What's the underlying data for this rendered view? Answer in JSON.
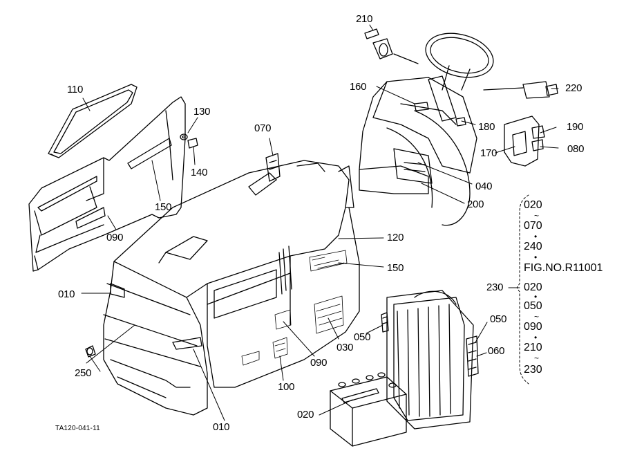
{
  "figure_code": "TA120-041-11",
  "callouts": {
    "c210": "210",
    "c110": "110",
    "c130": "130",
    "c140": "140",
    "c150a": "150",
    "c090a": "090",
    "c070": "070",
    "c160": "160",
    "c180": "180",
    "c190": "190",
    "c220": "220",
    "c170": "170",
    "c080": "080",
    "c040": "040",
    "c200": "200",
    "c120": "120",
    "c150b": "150",
    "c010a": "010",
    "c230": "230",
    "c250": "250",
    "c050a": "050",
    "c030": "030",
    "c090b": "090",
    "c100": "100",
    "c010b": "010",
    "c050b": "050",
    "c060": "060",
    "c020": "020"
  },
  "reference_list": {
    "r1": "020",
    "r2": "070",
    "r3": "240",
    "r4": "FIG.NO.R11001",
    "r5": "020",
    "r6": "050",
    "r7": "090",
    "r8": "210",
    "r9": "230"
  },
  "separators": {
    "range": "~",
    "dot": "•"
  }
}
